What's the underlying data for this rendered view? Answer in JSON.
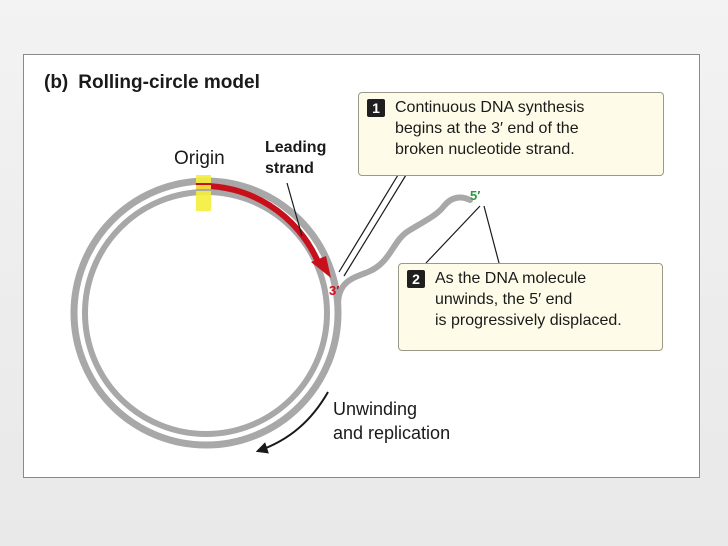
{
  "figure": {
    "part_label": "(b)",
    "title": "Rolling-circle model",
    "origin_label": "Origin",
    "leading_strand_lines": [
      "Leading",
      "strand"
    ],
    "three_prime_label": "3′",
    "five_prime_label": "5′",
    "unwinding_lines": [
      "Unwinding",
      "and replication"
    ]
  },
  "callouts": [
    {
      "number": "1",
      "lines": [
        "Continuous DNA synthesis",
        "begins at the 3′ end of the",
        "broken nucleotide strand."
      ]
    },
    {
      "number": "2",
      "lines": [
        "As the DNA molecule",
        "unwinds, the 5′ end",
        "is progressively displaced."
      ]
    }
  ],
  "colors": {
    "strand_gray": "#a8a8a8",
    "new_strand_red": "#c8101c",
    "origin_yellow": "#f4ee3a",
    "callout_background": "#fefce8",
    "five_prime_green": "#2a9a3a"
  }
}
